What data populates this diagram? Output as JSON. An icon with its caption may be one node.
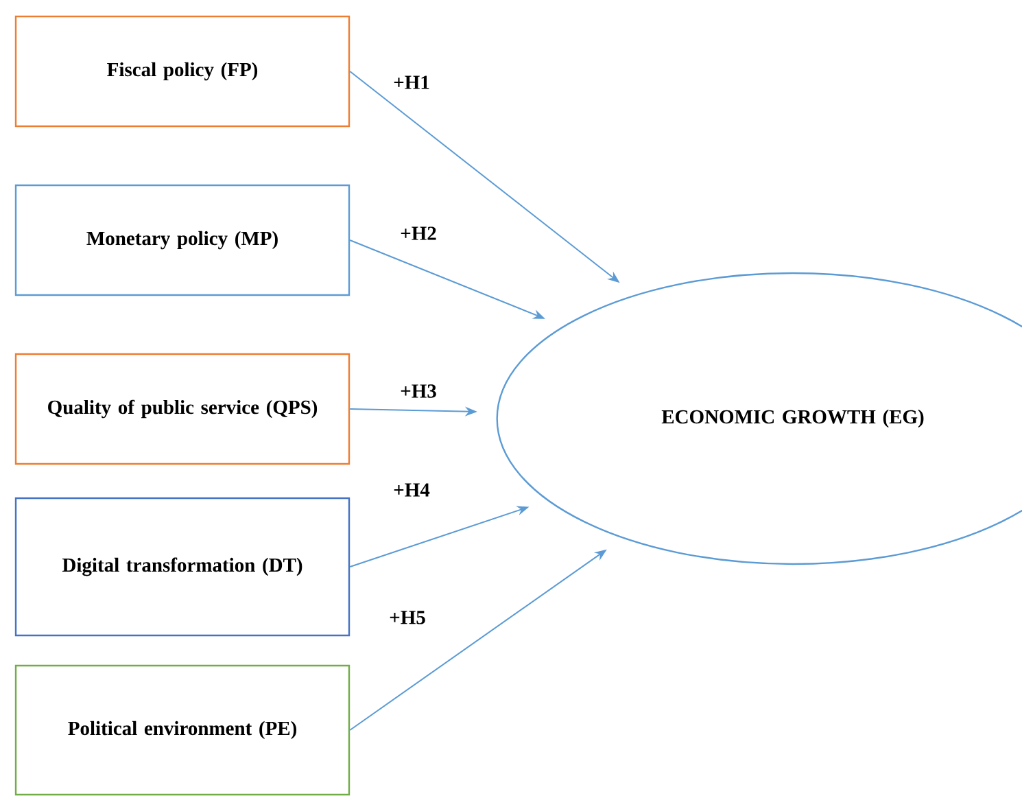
{
  "diagram": {
    "nodes": [
      {
        "text": [
          "Fiscal policy (FP)"
        ]
      },
      {
        "text": [
          "Monetary policy (MP)"
        ]
      },
      {
        "text": [
          "Quality of public service (QPS)"
        ]
      },
      {
        "text": [
          "Digital transformation (DT)"
        ]
      },
      {
        "text": [
          "Political environment (PE)"
        ]
      },
      {
        "text": [
          "ECONOMIC GROWTH (EG)"
        ]
      }
    ],
    "edges": [
      {
        "from": 0,
        "to": 5,
        "arrow": "to",
        "label": "+H1"
      },
      {
        "from": 1,
        "to": 5,
        "arrow": "to",
        "label": "+H2"
      },
      {
        "from": 2,
        "to": 5,
        "arrow": "to",
        "label": "+H3"
      },
      {
        "from": 3,
        "to": 5,
        "arrow": "to",
        "label": "+H4"
      },
      {
        "from": 4,
        "to": 5,
        "arrow": "to",
        "label": "+H5"
      }
    ]
  }
}
